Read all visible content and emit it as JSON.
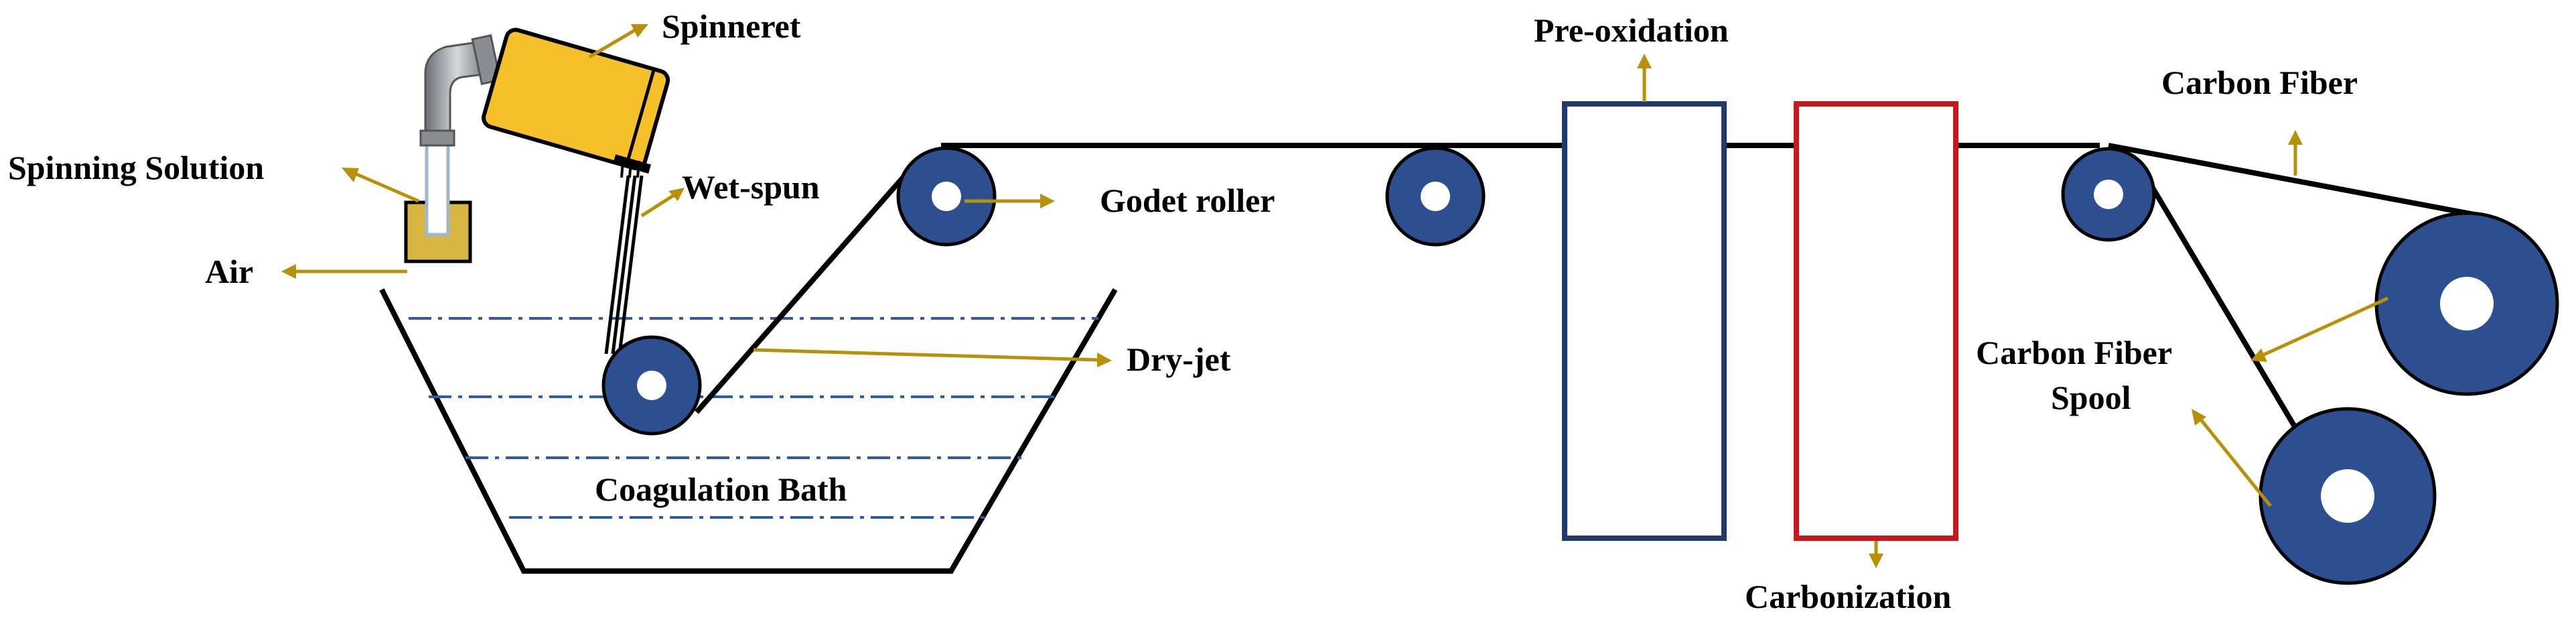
{
  "labels": {
    "spinneret": "Spinneret",
    "spinning_solution": "Spinning Solution",
    "air": "Air",
    "wet_spun": "Wet-spun",
    "godet_roller": "Godet roller",
    "dry_jet": "Dry-jet",
    "coagulation_bath": "Coagulation Bath",
    "pre_oxidation": "Pre-oxidation",
    "carbonization": "Carbonization",
    "carbon_fiber": "Carbon Fiber",
    "carbon_fiber_spool_line1": "Carbon Fiber",
    "carbon_fiber_spool_line2": "Spool"
  },
  "colors": {
    "annotation_arrow": "#b8900a",
    "roller": "#2d4f8f",
    "bath_dash": "#2e5aa8",
    "pre_oxidation_box": "#1f3a6b",
    "carbonization_box": "#c8181e",
    "spinneret_body": "#f5c02a"
  }
}
